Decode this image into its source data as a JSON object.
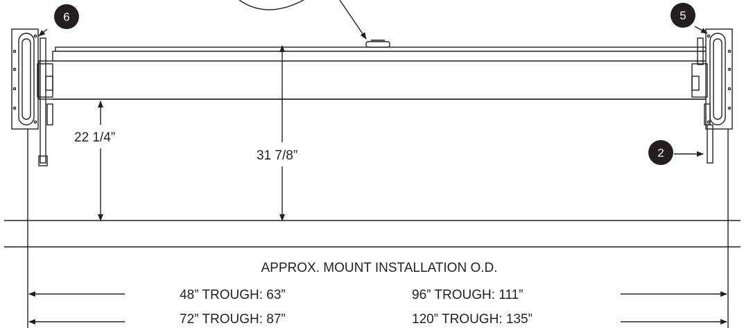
{
  "callouts": [
    {
      "id": "callout-6",
      "label": "6"
    },
    {
      "id": "callout-5",
      "label": "5"
    },
    {
      "id": "callout-2",
      "label": "2"
    }
  ],
  "dimensions": {
    "left_height": "22 1/4”",
    "center_height": "31 7/8”"
  },
  "mount_table": {
    "heading": "APPROX. MOUNT INSTALLATION O.D.",
    "rows": [
      {
        "left": "48” TROUGH: 63”",
        "right": "96” TROUGH: 111”"
      },
      {
        "left": "72” TROUGH: 87”",
        "right": "120” TROUGH: 135”"
      }
    ]
  },
  "colors": {
    "line": "#231f20",
    "badge": "#231f20",
    "background": "#ffffff"
  }
}
